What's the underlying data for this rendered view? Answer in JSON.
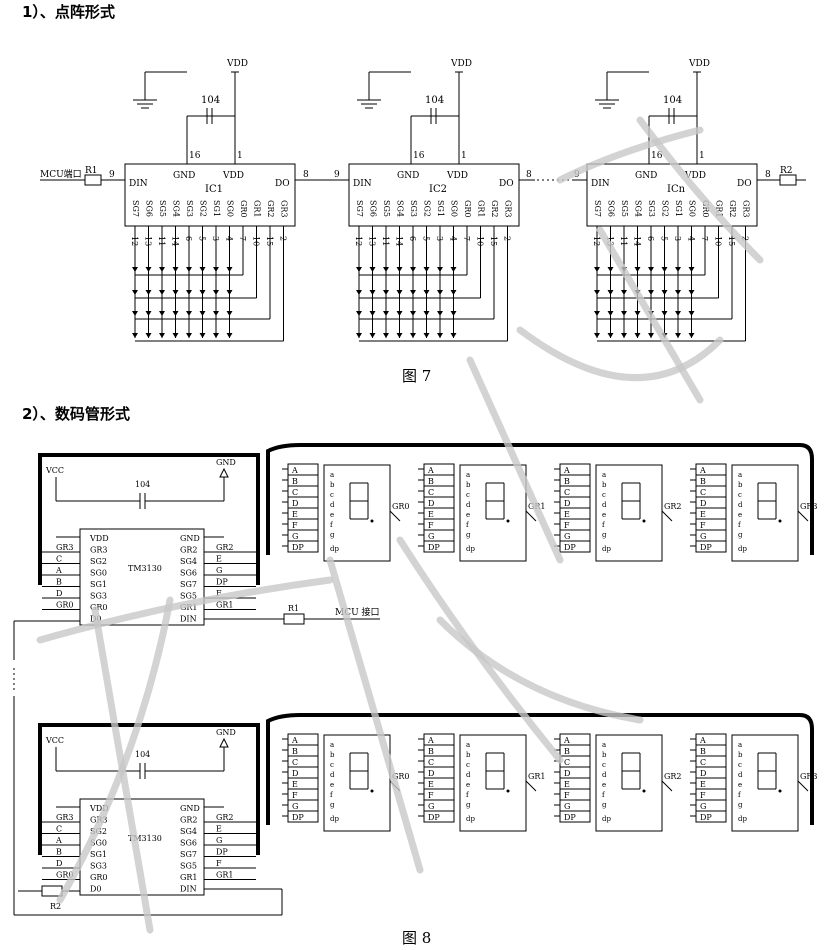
{
  "section1": {
    "heading": "1）、点阵形式",
    "caption": "图 7"
  },
  "section2": {
    "heading": "2）、数码管形式",
    "caption": "图 8"
  },
  "matrix": {
    "chips": [
      "IC1",
      "IC2",
      "ICn"
    ],
    "vdd": "VDD",
    "gnd": "GND",
    "cap": "104",
    "pin16": "16",
    "pin1": "1",
    "din": "DIN",
    "do": "DO",
    "pin9": "9",
    "pin8": "8",
    "mcu_port": "MCU端口",
    "r1": "R1",
    "r2": "R2",
    "seg_pins": [
      "SG7",
      "SG6",
      "SG5",
      "SG4",
      "SG3",
      "SG2",
      "SG1",
      "SG0",
      "GR0",
      "GR1",
      "GR2",
      "GR3"
    ],
    "bottom_pins": [
      "12",
      "13",
      "11",
      "14",
      "6",
      "5",
      "3",
      "4",
      "7",
      "10",
      "15",
      "2"
    ]
  },
  "digit_board": {
    "chip_name": "TM3130",
    "vcc": "VCC",
    "gnd": "GND",
    "cap": "104",
    "left_pins": [
      "VDD",
      "GR3",
      "SG2",
      "SG0",
      "SG1",
      "SG3",
      "GR0",
      "D0"
    ],
    "right_pins": [
      "GND",
      "GR2",
      "SG4",
      "SG6",
      "SG7",
      "SG5",
      "GR1",
      "DIN"
    ],
    "left_wires": [
      "GR3",
      "C",
      "A",
      "B",
      "D",
      "GR0"
    ],
    "right_wires": [
      "GR2",
      "E",
      "G",
      "DP",
      "F",
      "GR1"
    ],
    "digit_pins": [
      "A",
      "B",
      "C",
      "D",
      "E",
      "F",
      "G",
      "DP"
    ],
    "seg_letters": [
      "a",
      "b",
      "c",
      "d",
      "e",
      "f",
      "g",
      "dp"
    ],
    "gr_labels": [
      "GR0",
      "GR1",
      "GR2",
      "GR3"
    ],
    "r1": "R1",
    "r2": "R2",
    "mcu_port": "MCU 接口"
  }
}
